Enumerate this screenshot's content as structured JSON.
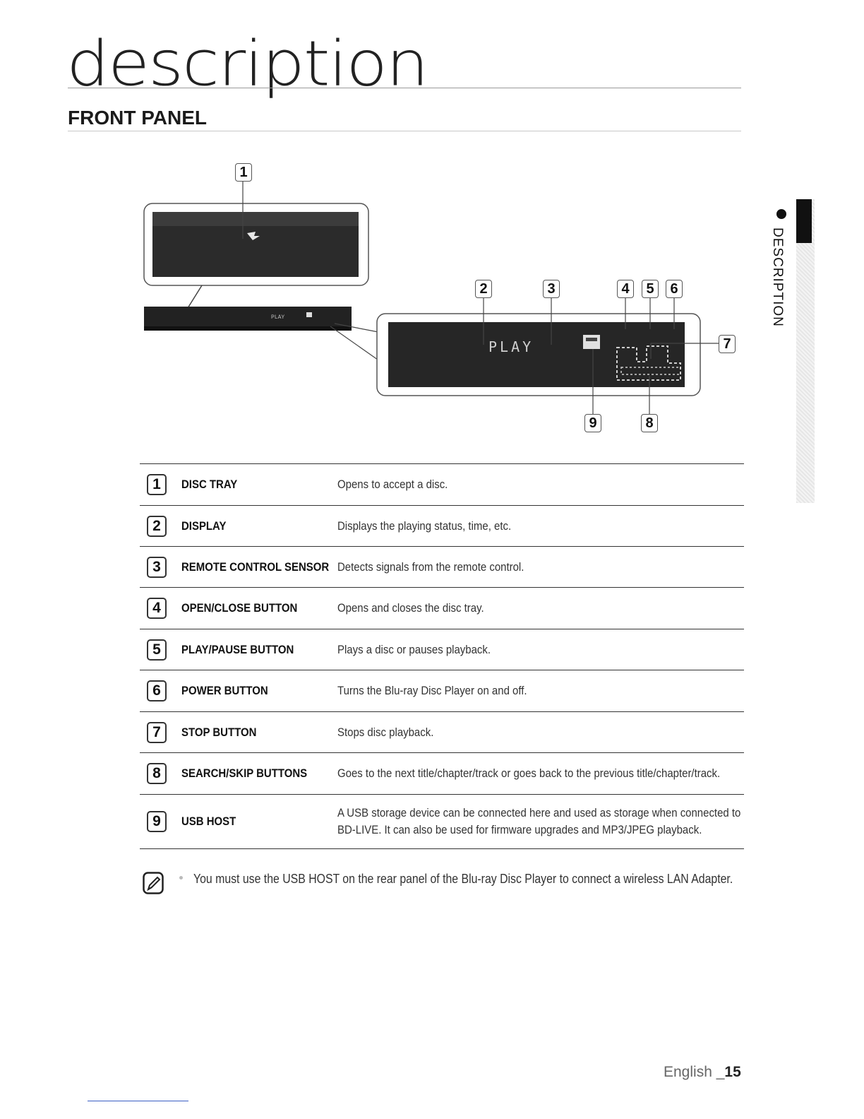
{
  "page": {
    "title": "description",
    "section": "FRONT PANEL",
    "side_tab": "DESCRIPTION"
  },
  "figure": {
    "callouts": [
      "1",
      "2",
      "3",
      "4",
      "5",
      "6",
      "7",
      "8",
      "9"
    ],
    "display_text": "PLAY",
    "small_display_text": "PLAY"
  },
  "items": [
    {
      "num": "1",
      "name": "DISC TRAY",
      "desc": "Opens to accept a disc."
    },
    {
      "num": "2",
      "name": "DISPLAY",
      "desc": "Displays the playing status, time, etc."
    },
    {
      "num": "3",
      "name": "REMOTE CONTROL SENSOR",
      "desc": "Detects signals from the remote control."
    },
    {
      "num": "4",
      "name": "OPEN/CLOSE BUTTON",
      "desc": "Opens and closes the disc tray."
    },
    {
      "num": "5",
      "name": "PLAY/PAUSE BUTTON",
      "desc": "Plays a disc or pauses playback."
    },
    {
      "num": "6",
      "name": "POWER BUTTON",
      "desc": "Turns the Blu-ray Disc Player on and off."
    },
    {
      "num": "7",
      "name": "STOP BUTTON",
      "desc": "Stops disc playback."
    },
    {
      "num": "8",
      "name": "SEARCH/SKIP BUTTONS",
      "desc": "Goes to the next title/chapter/track or goes back to the previous title/chapter/track."
    },
    {
      "num": "9",
      "name": "USB HOST",
      "desc": "A USB storage device can be connected here and used as storage when connected to BD-LIVE. It can also be used for firmware upgrades and MP3/JPEG playback."
    }
  ],
  "note": {
    "text": "You must use the USB HOST on the rear panel of the Blu-ray Disc Player to connect a wireless LAN Adapter."
  },
  "footer": {
    "language": "English",
    "page_number": "15"
  }
}
